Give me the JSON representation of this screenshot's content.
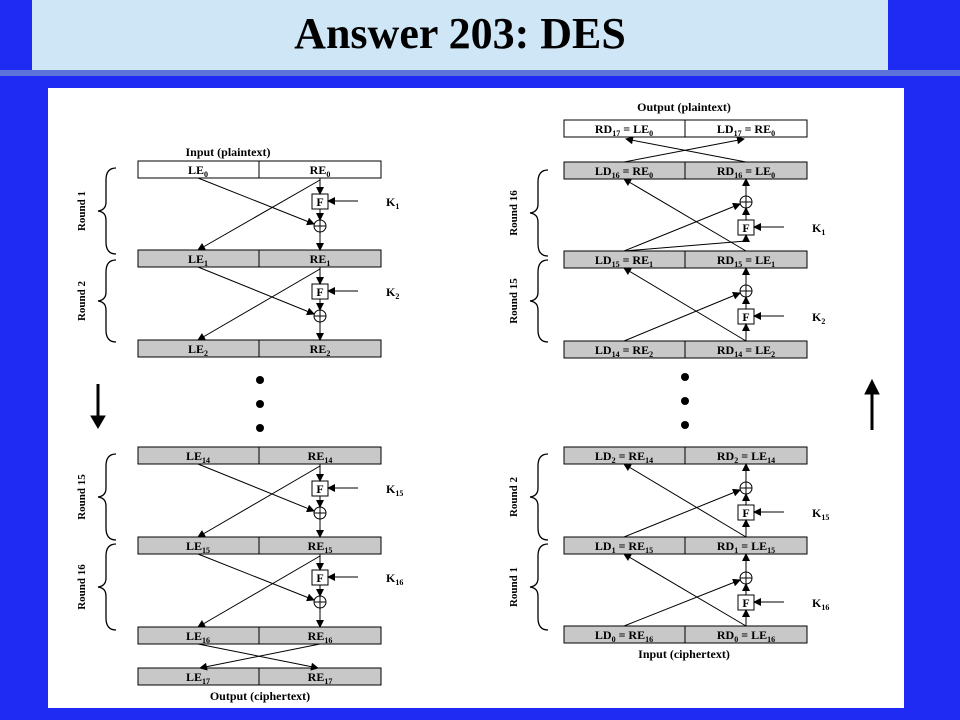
{
  "title": "Answer 203: DES",
  "encrypt": {
    "input_caption": "Input (plaintext)",
    "output_caption": "Output (ciphertext)",
    "boxes": [
      {
        "l": "LE",
        "lsub": "0",
        "r": "RE",
        "rsub": "0"
      },
      {
        "l": "LE",
        "lsub": "1",
        "r": "RE",
        "rsub": "1"
      },
      {
        "l": "LE",
        "lsub": "2",
        "r": "RE",
        "rsub": "2"
      },
      {
        "l": "LE",
        "lsub": "14",
        "r": "RE",
        "rsub": "14"
      },
      {
        "l": "LE",
        "lsub": "15",
        "r": "RE",
        "rsub": "15"
      },
      {
        "l": "LE",
        "lsub": "16",
        "r": "RE",
        "rsub": "16"
      },
      {
        "l": "LE",
        "lsub": "17",
        "r": "RE",
        "rsub": "17"
      }
    ],
    "rounds": [
      "Round 1",
      "Round 2",
      "Round 15",
      "Round 16"
    ],
    "keys": [
      {
        "k": "K",
        "sub": "1"
      },
      {
        "k": "K",
        "sub": "2"
      },
      {
        "k": "K",
        "sub": "15"
      },
      {
        "k": "K",
        "sub": "16"
      }
    ]
  },
  "decrypt": {
    "output_caption": "Output (plaintext)",
    "input_caption": "Input (ciphertext)",
    "boxes": [
      {
        "l1": "RD",
        "l1sub": "17",
        "l2": " = LE",
        "l2sub": "0",
        "r1": "LD",
        "r1sub": "17",
        "r2": " = RE",
        "r2sub": "0"
      },
      {
        "l1": "LD",
        "l1sub": "16",
        "l2": " = RE",
        "l2sub": "0",
        "r1": "RD",
        "r1sub": "16",
        "r2": " = LE",
        "r2sub": "0"
      },
      {
        "l1": "LD",
        "l1sub": "15",
        "l2": " = RE",
        "l2sub": "1",
        "r1": "RD",
        "r1sub": "15",
        "r2": " = LE",
        "r2sub": "1"
      },
      {
        "l1": "LD",
        "l1sub": "14",
        "l2": " = RE",
        "l2sub": "2",
        "r1": "RD",
        "r1sub": "14",
        "r2": " = LE",
        "r2sub": "2"
      },
      {
        "l1": "LD",
        "l1sub": "2",
        "l2": " = RE",
        "l2sub": "14",
        "r1": "RD",
        "r1sub": "2",
        "r2": " = LE",
        "r2sub": "14"
      },
      {
        "l1": "LD",
        "l1sub": "1",
        "l2": " = RE",
        "l2sub": "15",
        "r1": "RD",
        "r1sub": "1",
        "r2": " = LE",
        "r2sub": "15"
      },
      {
        "l1": "LD",
        "l1sub": "0",
        "l2": " = RE",
        "l2sub": "16",
        "r1": "RD",
        "r1sub": "0",
        "r2": " = LE",
        "r2sub": "16"
      }
    ],
    "rounds": [
      "Round 16",
      "Round 15",
      "Round 2",
      "Round 1"
    ],
    "keys": [
      {
        "k": "K",
        "sub": "1"
      },
      {
        "k": "K",
        "sub": "2"
      },
      {
        "k": "K",
        "sub": "15"
      },
      {
        "k": "K",
        "sub": "16"
      }
    ]
  },
  "f_label": "F",
  "xor_symbol": "+",
  "colors": {
    "background": "#1f2bf2",
    "title_bar": "#cfe6f7",
    "rule": "#5c73d9",
    "box_fill": "#c8c8c8"
  }
}
